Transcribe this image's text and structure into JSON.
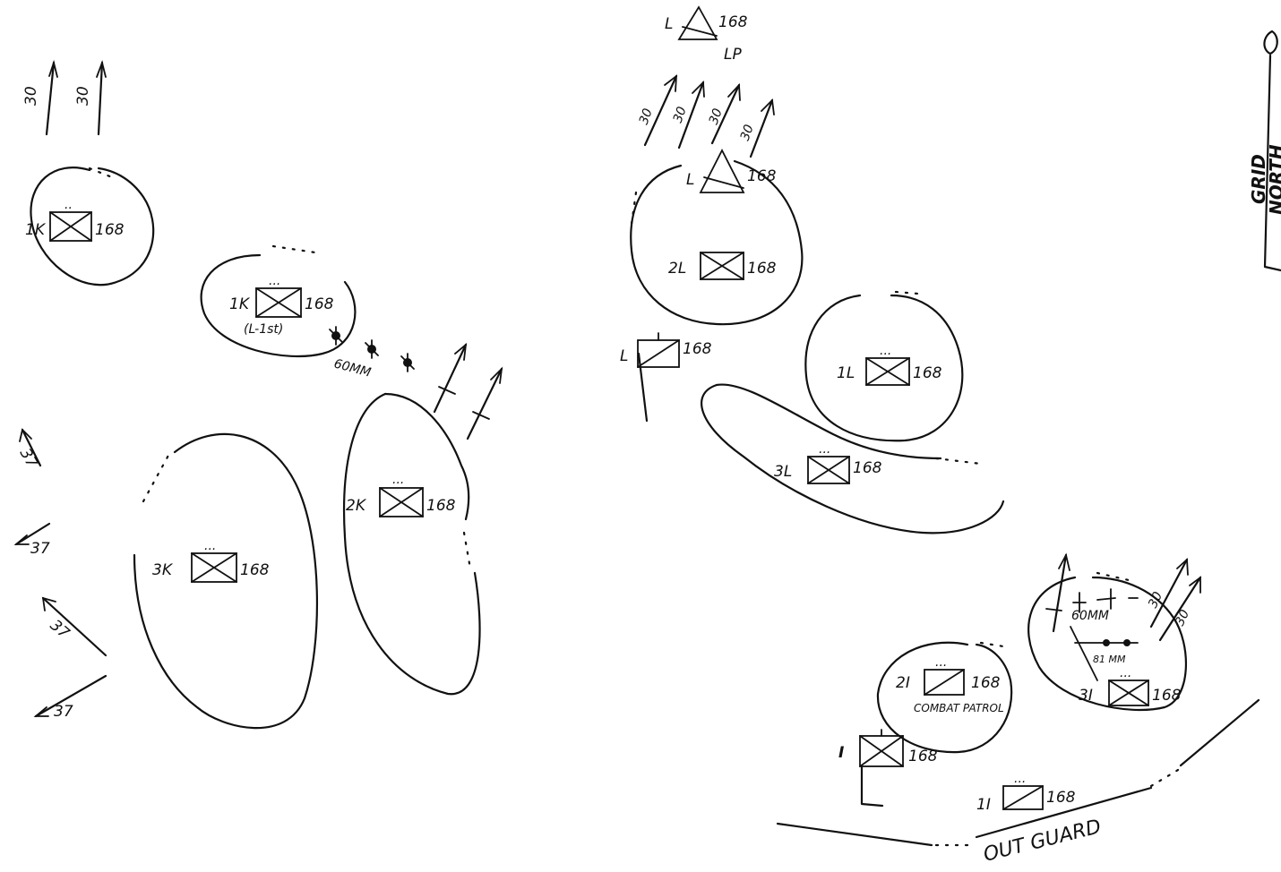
{
  "compass": {
    "grid": "GRID",
    "north": "NORTH"
  },
  "units": [
    {
      "id": "1K",
      "unit": "168"
    },
    {
      "id": "1K-b",
      "label": "1K",
      "unit": "168",
      "note": "(L-1st)"
    },
    {
      "id": "2K",
      "unit": "168"
    },
    {
      "id": "3K",
      "unit": "168"
    },
    {
      "id": "L-lp",
      "label": "L",
      "unit": "168",
      "note": "LP"
    },
    {
      "id": "L-mid",
      "label": "L",
      "unit": "168"
    },
    {
      "id": "2L",
      "unit": "168"
    },
    {
      "id": "L-cp",
      "label": "L",
      "unit": "168"
    },
    {
      "id": "1L",
      "unit": "168"
    },
    {
      "id": "3L",
      "unit": "168"
    },
    {
      "id": "2I",
      "unit": "168",
      "note": "COMBAT PATROL"
    },
    {
      "id": "3I",
      "unit": "168"
    },
    {
      "id": "I",
      "unit": "168"
    },
    {
      "id": "1I",
      "unit": "168"
    }
  ],
  "weapons": {
    "k_mortar": "60MM",
    "i_mortar": "60MM",
    "i_81": "81 MM",
    "cal30": "30",
    "cal37": "37"
  },
  "outguard": "OUT GUARD"
}
